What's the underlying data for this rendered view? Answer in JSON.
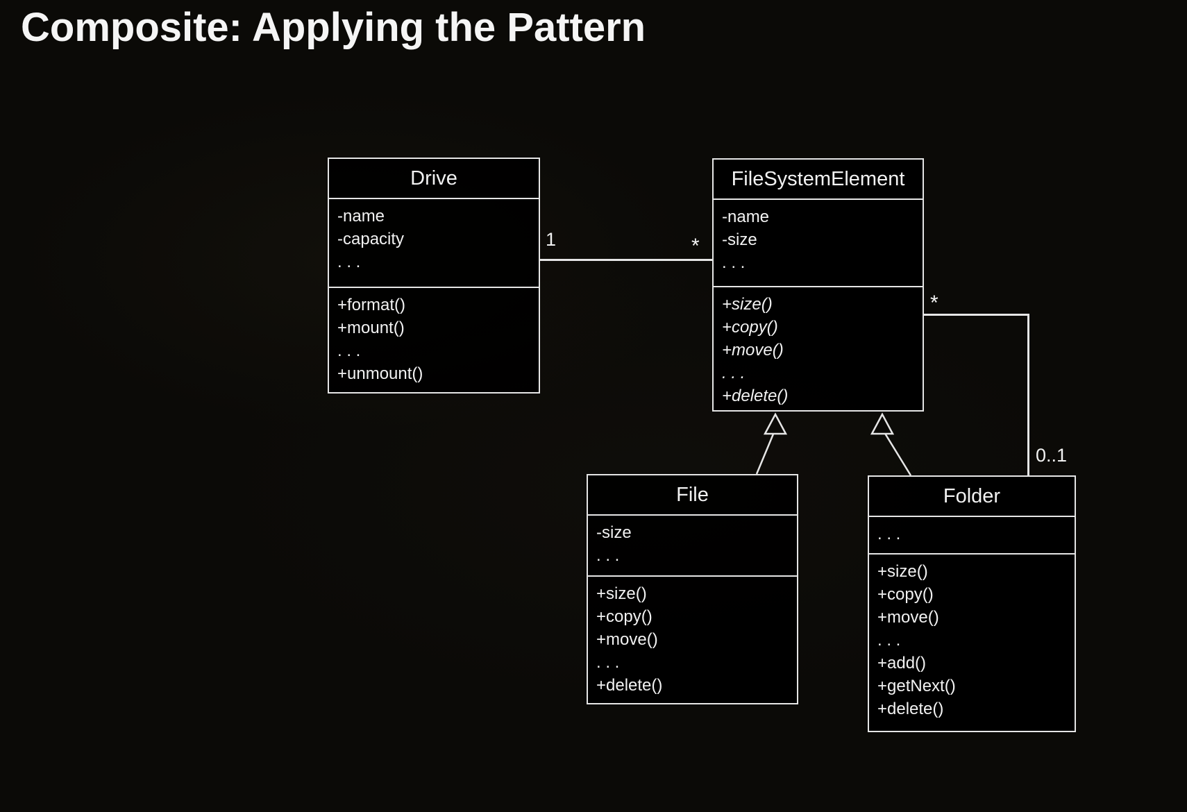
{
  "slide": {
    "title": "Composite: Applying the Pattern"
  },
  "classes": {
    "drive": {
      "name": "Drive",
      "attributes": [
        "-name",
        "-capacity",
        ". . ."
      ],
      "methods": [
        "+format()",
        "+mount()",
        ". . .",
        "+unmount()"
      ]
    },
    "fileSystemElement": {
      "name": "FileSystemElement",
      "attributes": [
        "-name",
        "-size",
        ". . ."
      ],
      "methods": [
        "+size()",
        "+copy()",
        "+move()",
        ". . .",
        "+delete()"
      ]
    },
    "file": {
      "name": "File",
      "attributes": [
        "-size",
        ". . ."
      ],
      "methods": [
        "+size()",
        "+copy()",
        "+move()",
        ". . .",
        "+delete()"
      ]
    },
    "folder": {
      "name": "Folder",
      "attributes": [
        ". . ."
      ],
      "methods": [
        "+size()",
        "+copy()",
        "+move()",
        ". . .",
        "+add()",
        "+getNext()",
        "+delete()"
      ]
    }
  },
  "relationships": {
    "drive_fse": {
      "drive_end_multiplicity": "1",
      "fse_end_multiplicity": "*"
    },
    "folder_fse": {
      "fse_end_multiplicity": "*",
      "folder_end_multiplicity": "0..1"
    }
  },
  "colors": {
    "background": "#0b0a07",
    "box_border": "#e6e6e6",
    "text": "#f2f2f2"
  }
}
